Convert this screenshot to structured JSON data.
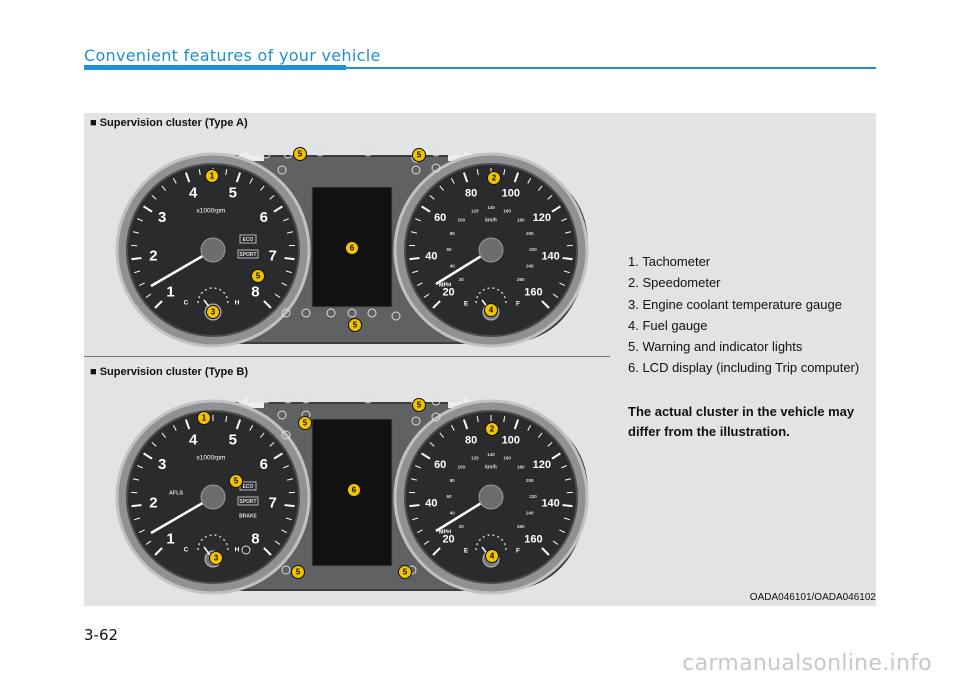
{
  "header": {
    "title": "Convenient features of your vehicle"
  },
  "clusters": [
    {
      "label": "■ Supervision cluster (Type A)",
      "tacho": {
        "marks": [
          "1",
          "2",
          "3",
          "4",
          "5",
          "6",
          "7",
          "8"
        ],
        "unit": "x1000rpm",
        "temp_low": "C",
        "temp_high": "H",
        "eco": "ECO",
        "sport": "SPORT"
      },
      "speedo": {
        "mph": [
          "20",
          "40",
          "60",
          "80",
          "100",
          "120",
          "140",
          "160"
        ],
        "kmh": [
          "20",
          "40",
          "60",
          "80",
          "100",
          "120",
          "140",
          "160",
          "180",
          "200",
          "220",
          "240",
          "260"
        ],
        "kmh_unit": "km/h",
        "mph_unit": "MPH",
        "fuel_empty": "E",
        "fuel_full": "F"
      },
      "callouts": [
        "1",
        "2",
        "3",
        "4",
        "5",
        "5",
        "5",
        "5",
        "6"
      ]
    },
    {
      "label": "■ Supervision cluster (Type B)",
      "tacho": {
        "marks": [
          "1",
          "2",
          "3",
          "4",
          "5",
          "6",
          "7",
          "8"
        ],
        "unit": "x1000rpm",
        "temp_low": "C",
        "temp_high": "H",
        "eco": "ECO",
        "sport": "SPORT",
        "afls": "AFLS",
        "brake": "BRAKE"
      },
      "speedo": {
        "mph": [
          "20",
          "40",
          "60",
          "80",
          "100",
          "120",
          "140",
          "160"
        ],
        "kmh": [
          "20",
          "40",
          "60",
          "80",
          "100",
          "120",
          "140",
          "160",
          "180",
          "200",
          "220",
          "240",
          "260"
        ],
        "kmh_unit": "km/h",
        "mph_unit": "MPH",
        "fuel_empty": "E",
        "fuel_full": "F"
      },
      "callouts": [
        "1",
        "2",
        "3",
        "4",
        "5",
        "5",
        "5",
        "5",
        "5",
        "6"
      ]
    }
  ],
  "legend": [
    "1. Tachometer",
    "2. Speedometer",
    "3. Engine coolant temperature gauge",
    "4. Fuel gauge",
    "5. Warning and indicator lights",
    "6. LCD display (including Trip computer)"
  ],
  "note": "The actual cluster in the vehicle may differ from the illustration.",
  "image_code": "OADA046101/OADA046102",
  "page_number": "3-62",
  "watermark": "carmanualsonline.info",
  "colors": {
    "accent": "#1f8fd6",
    "panel": "#e2e3e4",
    "housing": "#5f6163",
    "dial": "#2a2b2d",
    "callout": "#f2c400"
  }
}
